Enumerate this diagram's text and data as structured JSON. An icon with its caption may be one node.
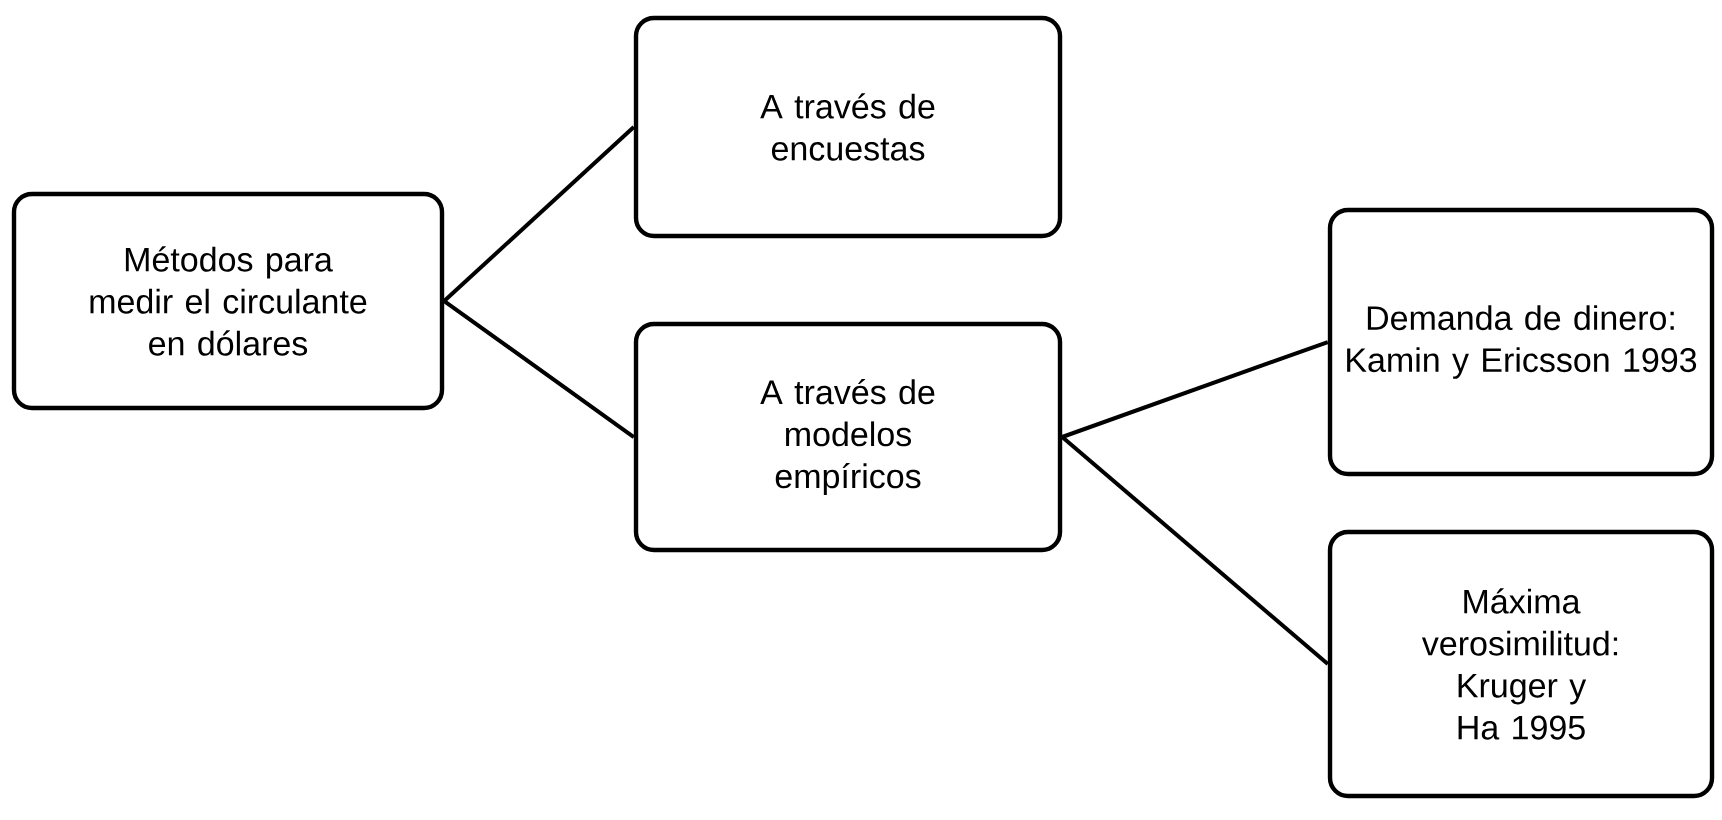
{
  "diagram": {
    "nodes": [
      {
        "text": [
          "Métodos para medir el circulante en dólares"
        ]
      },
      {
        "text": [
          "A través de encuestas"
        ]
      },
      {
        "text": [
          "A través de modelos empíricos"
        ]
      },
      {
        "text": [
          "Demanda de dinero: Kamin y Ericsson 1993"
        ]
      },
      {
        "text": [
          "Máxima verosimilitud: Kruger y Ha 1995"
        ]
      }
    ],
    "edges": [
      {
        "from": 0,
        "to": 1,
        "arrow": "none"
      },
      {
        "from": 0,
        "to": 2,
        "arrow": "none"
      },
      {
        "from": 2,
        "to": 3,
        "arrow": "none"
      },
      {
        "from": 2,
        "to": 4,
        "arrow": "none"
      }
    ]
  }
}
